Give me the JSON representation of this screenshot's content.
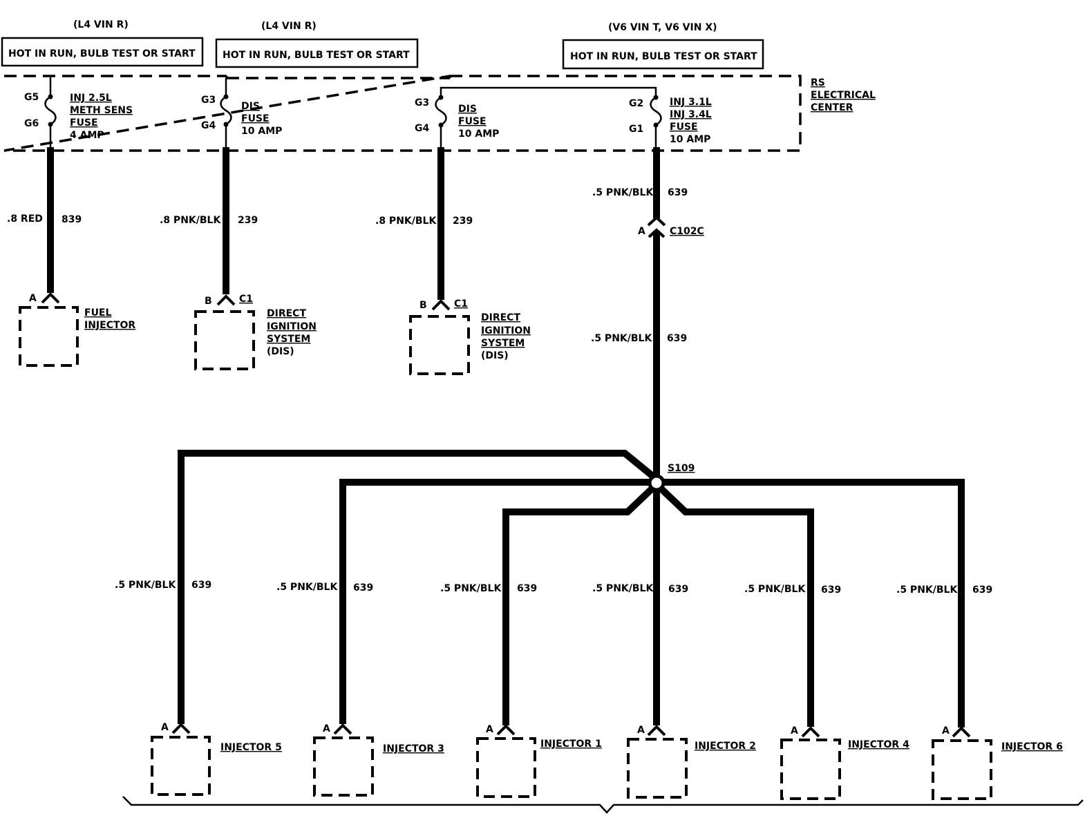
{
  "variants": {
    "l4_left": "(L4 VIN R)",
    "l4_mid": "(L4 VIN R)",
    "v6": "(V6 VIN T, V6 VIN X)"
  },
  "power_boxes": {
    "left": "HOT IN RUN, BULB TEST OR START",
    "mid": "HOT IN RUN, BULB TEST OR START",
    "right": "HOT IN RUN, BULB TEST OR START"
  },
  "electrical_center": [
    "RS",
    "ELECTRICAL",
    "CENTER"
  ],
  "fuses": {
    "f1": {
      "terminal_top": "G5",
      "terminal_bottom": "G6",
      "label": [
        "INJ 2.5L",
        "METH SENS",
        "FUSE",
        "4 AMP"
      ]
    },
    "f2": {
      "terminal_top": "G3",
      "terminal_bottom": "G4",
      "label": [
        "DIS",
        "FUSE",
        "10 AMP"
      ]
    },
    "f3": {
      "terminal_top": "G3",
      "terminal_bottom": "G4",
      "label": [
        "DIS",
        "FUSE",
        "10 AMP"
      ]
    },
    "f4": {
      "terminal_top": "G2",
      "terminal_bottom": "G1",
      "label": [
        "INJ 3.1L",
        "INJ 3.4L",
        "FUSE",
        "10 AMP"
      ]
    }
  },
  "wires": {
    "w1": {
      "gauge": ".8 RED",
      "circuit": "839"
    },
    "w2": {
      "gauge": ".8 PNK/BLK",
      "circuit": "239"
    },
    "w3": {
      "gauge": ".8 PNK/BLK",
      "circuit": "239"
    },
    "w4a": {
      "gauge": ".5 PNK/BLK",
      "circuit": "639"
    },
    "w4b": {
      "gauge": ".5 PNK/BLK",
      "circuit": "639"
    }
  },
  "connector_c102c": {
    "pin": "A",
    "name": "C102C"
  },
  "splice": "S109",
  "components": {
    "fuel_injector": {
      "pin": "A",
      "label": [
        "FUEL",
        "INJECTOR"
      ]
    },
    "dis1": {
      "pin": "B",
      "connector": "C1",
      "label": [
        "DIRECT",
        "IGNITION",
        "SYSTEM",
        "(DIS)"
      ]
    },
    "dis2": {
      "pin": "B",
      "connector": "C1",
      "label": [
        "DIRECT",
        "IGNITION",
        "SYSTEM",
        "(DIS)"
      ]
    }
  },
  "injectors": [
    {
      "name": "INJECTOR 5",
      "pin": "A",
      "gauge": ".5 PNK/BLK",
      "circuit": "639"
    },
    {
      "name": "INJECTOR 3",
      "pin": "A",
      "gauge": ".5 PNK/BLK",
      "circuit": "639"
    },
    {
      "name": "INJECTOR 1",
      "pin": "A",
      "gauge": ".5 PNK/BLK",
      "circuit": "639"
    },
    {
      "name": "INJECTOR 2",
      "pin": "A",
      "gauge": ".5 PNK/BLK",
      "circuit": "639"
    },
    {
      "name": "INJECTOR 4",
      "pin": "A",
      "gauge": ".5 PNK/BLK",
      "circuit": "639"
    },
    {
      "name": "INJECTOR 6",
      "pin": "A",
      "gauge": ".5 PNK/BLK",
      "circuit": "639"
    }
  ]
}
